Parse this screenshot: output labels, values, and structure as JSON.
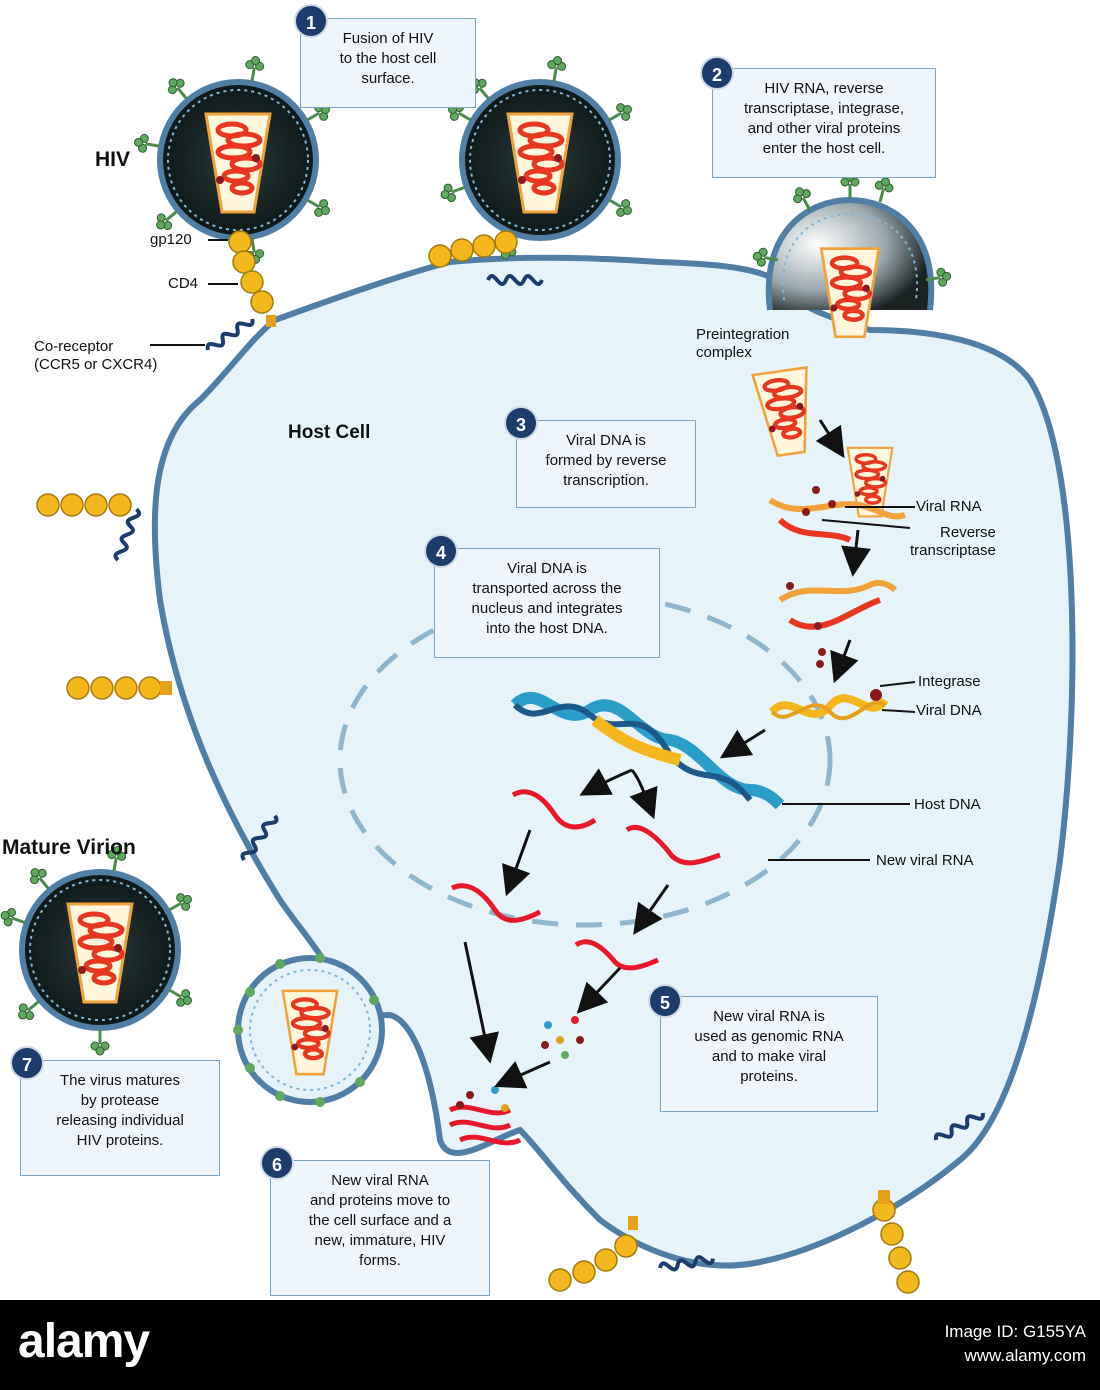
{
  "labels": {
    "hiv": "HIV",
    "gp120": "gp120",
    "cd4": "CD4",
    "coreceptor": "Co-receptor\n(CCR5 or CXCR4)",
    "host_cell": "Host Cell",
    "mature_virion": "Mature Virion",
    "preintegration": "Preintegration\ncomplex",
    "viral_rna": "Viral RNA",
    "reverse_transcriptase": "Reverse\ntranscriptase",
    "integrase": "Integrase",
    "viral_dna": "Viral DNA",
    "host_dna": "Host DNA",
    "new_viral_rna": "New viral RNA"
  },
  "steps": [
    {
      "number": "1",
      "text": "Fusion of  HIV\nto the host cell\nsurface."
    },
    {
      "number": "2",
      "text": "HIV RNA, reverse\ntranscriptase, integrase,\nand other viral proteins\nenter the host cell."
    },
    {
      "number": "3",
      "text": "Viral DNA is\nformed by reverse\ntranscription."
    },
    {
      "number": "4",
      "text": "Viral DNA is\ntransported across the\nnucleus and integrates\ninto the host DNA."
    },
    {
      "number": "5",
      "text": "New viral RNA is\nused as genomic RNA\nand to make viral\nproteins."
    },
    {
      "number": "6",
      "text": "New viral RNA\nand proteins move to\nthe cell surface and a\nnew, immature, HIV\nforms."
    },
    {
      "number": "7",
      "text": "The virus matures\nby protease\nreleasing individual\nHIV proteins."
    }
  ],
  "footer": {
    "logo": "alamy",
    "image_id": "Image ID: G155YA",
    "site": "www.alamy.com"
  },
  "colors": {
    "cell_fill": "#e6f4fa",
    "membrane": "#4f7fa6",
    "virus_core": "#1a2a2a",
    "rna": "#e8371e",
    "step_badge": "#1d3c6e"
  }
}
